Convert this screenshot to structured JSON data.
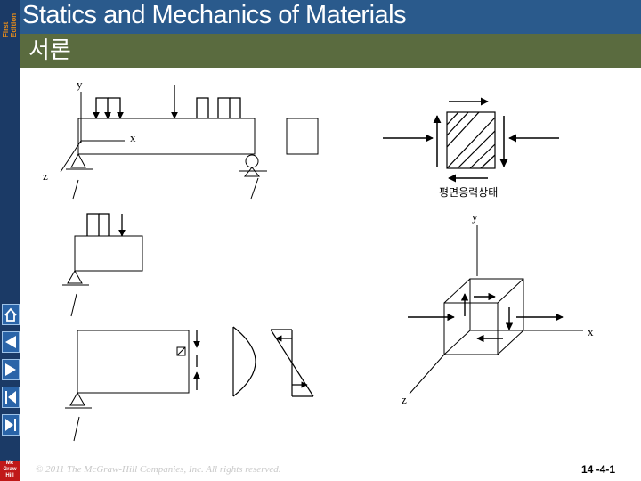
{
  "header": {
    "title": "Statics and Mechanics of Materials",
    "edition_label": "First Edition"
  },
  "subheader": {
    "title": "서론"
  },
  "diagram": {
    "labels": {
      "y1": "y",
      "x1": "x",
      "z1": "z",
      "plane_stress": "평면응력상태",
      "y2": "y",
      "x2": "x",
      "z2": "z"
    }
  },
  "logo": {
    "text": "Mc Graw Hill"
  },
  "footer": {
    "copyright": "© 2011 The McGraw-Hill Companies, Inc. All rights reserved.",
    "page": "14 -4-1"
  },
  "sidebar": {
    "buttons": [
      "home-icon",
      "previous-icon",
      "next-icon",
      "first-icon",
      "last-icon"
    ]
  },
  "colors": {
    "header": "#2a5a8c",
    "subheader": "#5a6b3f",
    "sidebar": "#1b3a66",
    "nav": "#2a64a8"
  }
}
